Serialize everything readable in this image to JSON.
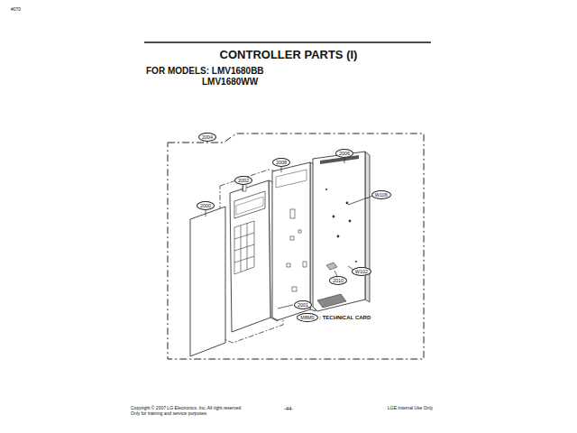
{
  "diagram": {
    "title": "CONTROLLER PARTS (I)",
    "labels": [
      "#070",
      "FOR MODELS: LMV1680BB",
      "LMV1680WW",
      "2004",
      "2008",
      "2006",
      "2002",
      "W106",
      "2000",
      "W102",
      "2010",
      "2001",
      "M8M0",
      ": TECHNICAL CARD",
      "Copyright © 2007 LG Electronics. Inc. All right reserved",
      "Only for training and service purposes",
      "-44-",
      "LGE Internal Use Only"
    ]
  }
}
